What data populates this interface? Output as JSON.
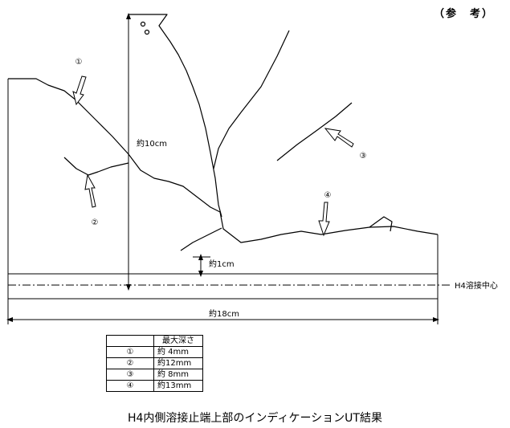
{
  "reference_mark": "（参　考）",
  "labels": {
    "depth_10cm": "約10cm",
    "gap_1cm": "約1cm",
    "width_18cm": "約18cm",
    "weld_center": "H4溶接中心"
  },
  "markers": [
    "①",
    "②",
    "③",
    "④"
  ],
  "table": {
    "header": "最大深さ",
    "rows": [
      {
        "no": "①",
        "depth": "約 4mm"
      },
      {
        "no": "②",
        "depth": "約12mm"
      },
      {
        "no": "③",
        "depth": "約 8mm"
      },
      {
        "no": "④",
        "depth": "約13mm"
      }
    ]
  },
  "caption": "H4内側溶接止端上部のインディケーションUT結果"
}
